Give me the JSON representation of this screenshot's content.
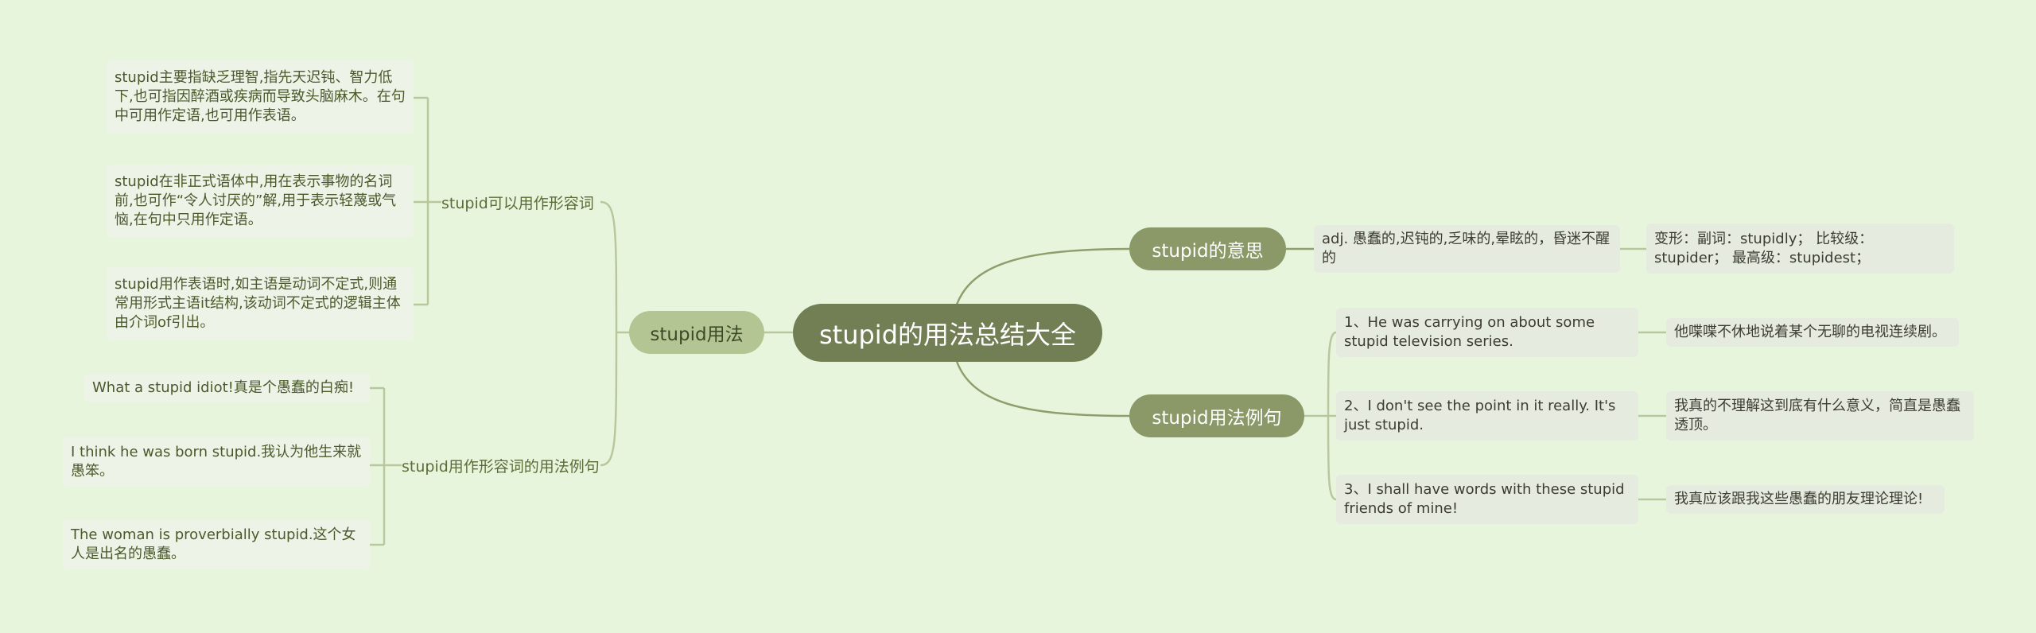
{
  "root": {
    "title": "stupid的用法总结大全"
  },
  "branches": {
    "meaning": {
      "label": "stupid的意思",
      "definition": "adj. 愚蠢的,迟钝的,乏味的,晕眩的，昏迷不醒的",
      "forms": "变形：副词：stupidly； 比较级：stupider； 最高级：stupidest；"
    },
    "usage": {
      "label": "stupid用法",
      "adjective": {
        "label": "stupid可以用作形容词",
        "items": [
          "stupid主要指缺乏理智,指先天迟钝、智力低下,也可指因醉酒或疾病而导致头脑麻木。在句中可用作定语,也可用作表语。",
          "stupid在非正式语体中,用在表示事物的名词前,也可作“令人讨厌的”解,用于表示轻蔑或气恼,在句中只用作定语。",
          "stupid用作表语时,如主语是动词不定式,则通常用形式主语it结构,该动词不定式的逻辑主体由介词of引出。"
        ]
      },
      "examples": {
        "label": "stupid用作形容词的用法例句",
        "items": [
          "What a stupid idiot!真是个愚蠢的白痴!",
          "I think he was born stupid.我认为他生来就愚笨。",
          "The woman is proverbially stupid.这个女人是出名的愚蠢。"
        ]
      }
    },
    "sentences": {
      "label": "stupid用法例句",
      "items": [
        {
          "en": "1、He was carrying on about some stupid television series.",
          "zh": "他喋喋不休地说着某个无聊的电视连续剧。"
        },
        {
          "en": "2、I don't see the point in it really. It's just stupid.",
          "zh": "我真的不理解这到底有什么意义，简直是愚蠢透顶。"
        },
        {
          "en": "3、I shall have words with these stupid friends of mine!",
          "zh": "我真应该跟我这些愚蠢的朋友理论理论!"
        }
      ]
    }
  },
  "colors": {
    "background": "#e8f5dd",
    "root": "#727f55",
    "branch_dark": "#8a9967",
    "branch_light": "#b4c594",
    "edge": "#8f9e6c",
    "edge_light": "#b9c79d"
  }
}
